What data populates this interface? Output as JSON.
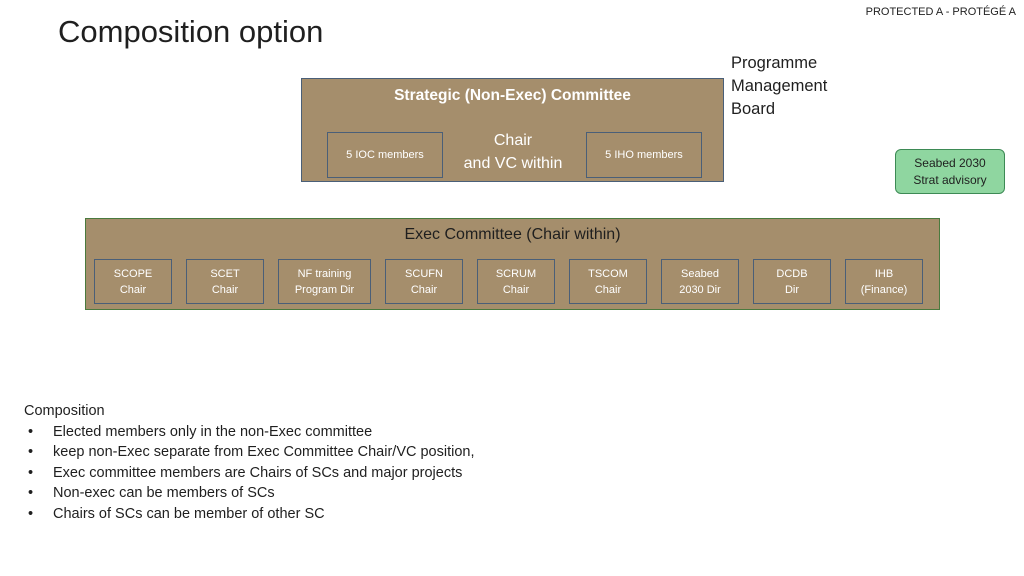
{
  "header": {
    "protection_label": "PROTECTED A - PROTÉGÉ A",
    "title": "Composition option"
  },
  "programme_board": {
    "line1": "Programme",
    "line2": "Management",
    "line3": "Board"
  },
  "strategic_committee": {
    "title": "Strategic (Non-Exec) Committee",
    "left_member": "5 IOC members",
    "right_member": "5 IHO members",
    "chair_line1": "Chair",
    "chair_line2": "and VC within"
  },
  "seabed_strat": {
    "line1": "Seabed 2030",
    "line2": "Strat advisory"
  },
  "exec_committee": {
    "title": "Exec Committee (Chair within)",
    "members": [
      {
        "line1": "SCOPE",
        "line2": "Chair"
      },
      {
        "line1": "SCET",
        "line2": "Chair"
      },
      {
        "line1": "NF training",
        "line2": "Program Dir"
      },
      {
        "line1": "SCUFN",
        "line2": "Chair"
      },
      {
        "line1": "SCRUM",
        "line2": "Chair"
      },
      {
        "line1": "TSCOM",
        "line2": "Chair"
      },
      {
        "line1": "Seabed",
        "line2": "2030 Dir"
      },
      {
        "line1": "DCDB",
        "line2": "Dir"
      },
      {
        "line1": "IHB",
        "line2": "(Finance)"
      }
    ]
  },
  "composition": {
    "heading": "Composition",
    "bullets": [
      "Elected members only in the non-Exec committee",
      "keep non-Exec separate from Exec Committee Chair/VC position,",
      "Exec committee members are Chairs of SCs and major projects",
      "Non-exec can be members of SCs",
      "Chairs of SCs can be member of other SC"
    ]
  }
}
